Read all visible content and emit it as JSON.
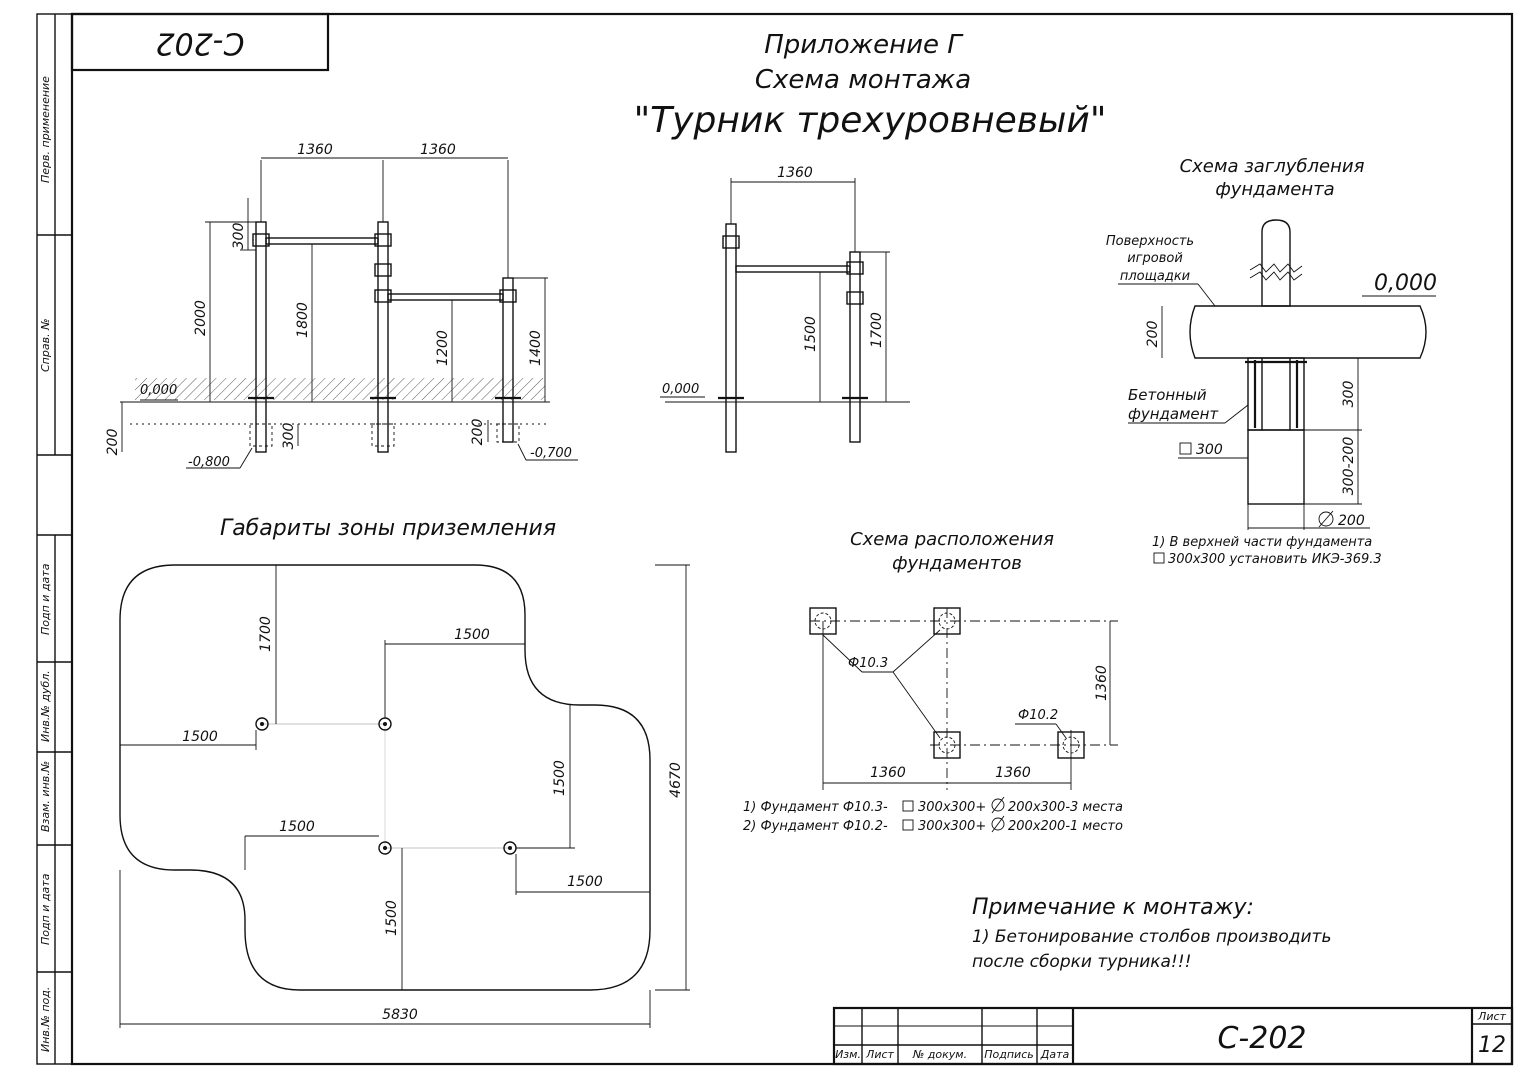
{
  "doc_code_rotated": "С-202",
  "title": {
    "line1": "Приложение Г",
    "line2": "Схема монтажа",
    "line3": "\"Турник трехуровневый\""
  },
  "side_stamp": {
    "perv_primenenie": "Перв. применение",
    "sprav_no": "Справ. №",
    "podp_data_1": "Подп и дата",
    "inv_dubl": "Инв.№ дубл.",
    "vzam_inv": "Взам. инв.№",
    "podp_data_2": "Подп и дата",
    "inv_pod": "Инв.№ под."
  },
  "front_view": {
    "dim_top_left": "1360",
    "dim_top_right": "1360",
    "dim_300_top": "300",
    "dim_2000": "2000",
    "dim_1800": "1800",
    "dim_1200": "1200",
    "dim_1400": "1400",
    "level_zero": "0,000",
    "dim_200_left": "200",
    "dim_300_bottom": "300",
    "dim_200_right": "200",
    "level_minus_800": "-0,800",
    "level_minus_700": "-0,700"
  },
  "side_view": {
    "dim_top": "1360",
    "dim_1500": "1500",
    "dim_1700": "1700",
    "level_zero": "0,000"
  },
  "depth_scheme": {
    "title_l1": "Схема заглубления",
    "title_l2": "фундамента",
    "surface_l1": "Поверхность",
    "surface_l2": "игровой",
    "surface_l3": "площадки",
    "level_zero": "0,000",
    "dim_200": "200",
    "concrete_l1": "Бетонный",
    "concrete_l2": "фундамент",
    "dim_300": "300",
    "dim_300_200": "300-200",
    "square_300": "300",
    "diam_200": "200",
    "note_l1": "1) В верхней части фундамента",
    "note_l2": "300х300 установить ИКЭ-369.3"
  },
  "landing_zone": {
    "title": "Габариты зоны приземления",
    "dim_1700": "1700",
    "dim_1500_top": "1500",
    "dim_1500_left": "1500",
    "dim_1500_vertical_right": "1500",
    "dim_4670": "4670",
    "dim_1500_mid_left": "1500",
    "dim_1500_bottom_right": "1500",
    "dim_1500_vertical_bottom": "1500",
    "dim_5830": "5830"
  },
  "foundation_layout": {
    "title_l1": "Схема расположения",
    "title_l2": "фундаментов",
    "label_f103": "Ф10.3",
    "label_f102": "Ф10.2",
    "dim_1360_v": "1360",
    "dim_1360_h1": "1360",
    "dim_1360_h2": "1360",
    "note1_a": "1) Фундамент Ф10.3-",
    "note1_b": "300х300+",
    "note1_c": "200х300-3 места",
    "note2_a": "2) Фундамент Ф10.2-",
    "note2_b": "300х300+",
    "note2_c": "200х200-1 место"
  },
  "assembly_note": {
    "title": "Примечание к монтажу:",
    "line1": "1) Бетонирование столбов производить",
    "line2": "после сборки турника!!!"
  },
  "title_block": {
    "code": "С-202",
    "h_izm": "Изм.",
    "h_list": "Лист",
    "h_dokum": "№ докум.",
    "h_podpis": "Подпись",
    "h_data": "Дата",
    "sheet_label": "Лист",
    "sheet_no": "12"
  }
}
